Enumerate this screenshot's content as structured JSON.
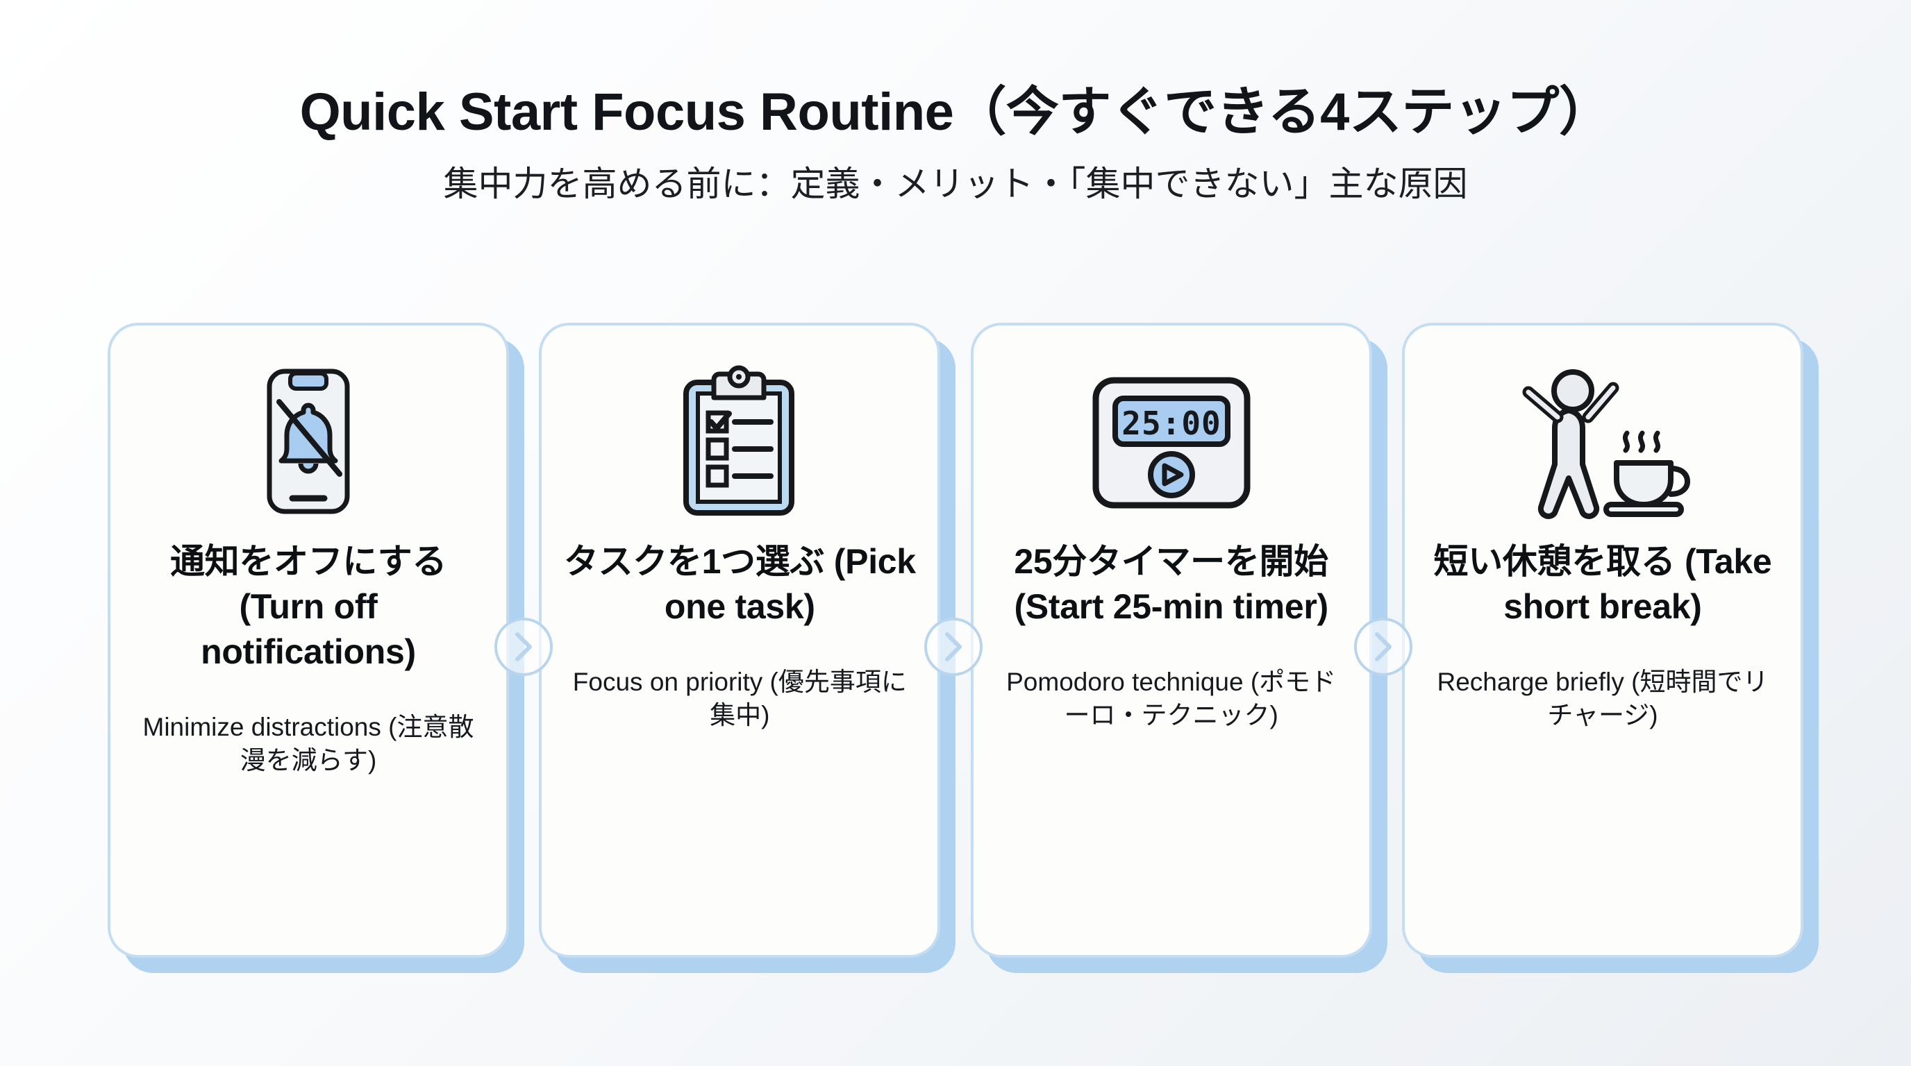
{
  "header": {
    "title": "Quick Start Focus Routine（今すぐできる4ステップ）",
    "subtitle": "集中力を高める前に：定義・メリット・「集中できない」主な原因"
  },
  "theme": {
    "accent_blue": "#aed2f0",
    "card_border": "#c4ddf2",
    "card_bg": "#fdfdfc",
    "icon_fill_blue": "#a9cdf0",
    "icon_stroke": "#16181b",
    "background_start": "#ffffff",
    "background_end": "#eceff3"
  },
  "steps": [
    {
      "index": "1",
      "icon": "phone-bell-muted-icon",
      "title": "通知をオフにする (Turn off notifications)",
      "description": "Minimize distractions (注意散漫を減らす)"
    },
    {
      "index": "2",
      "icon": "clipboard-checklist-icon",
      "title": "タスクを1つ選ぶ (Pick one task)",
      "description": "Focus on priority (優先事項に集中)"
    },
    {
      "index": "3",
      "icon": "digital-timer-icon",
      "title": "25分タイマーを開始 (Start 25-min timer)",
      "description": "Pomodoro technique (ポモドーロ・テクニック)",
      "timer_display": "25:00"
    },
    {
      "index": "4",
      "icon": "stretching-person-coffee-icon",
      "title": "短い休憩を取る (Take short break)",
      "description": "Recharge briefly (短時間でリチャージ)"
    }
  ],
  "connectors": [
    {
      "icon": "chevron-right-icon",
      "from": "1",
      "to": "2"
    },
    {
      "icon": "chevron-right-icon",
      "from": "2",
      "to": "3"
    },
    {
      "icon": "chevron-right-icon",
      "from": "3",
      "to": "4"
    }
  ]
}
